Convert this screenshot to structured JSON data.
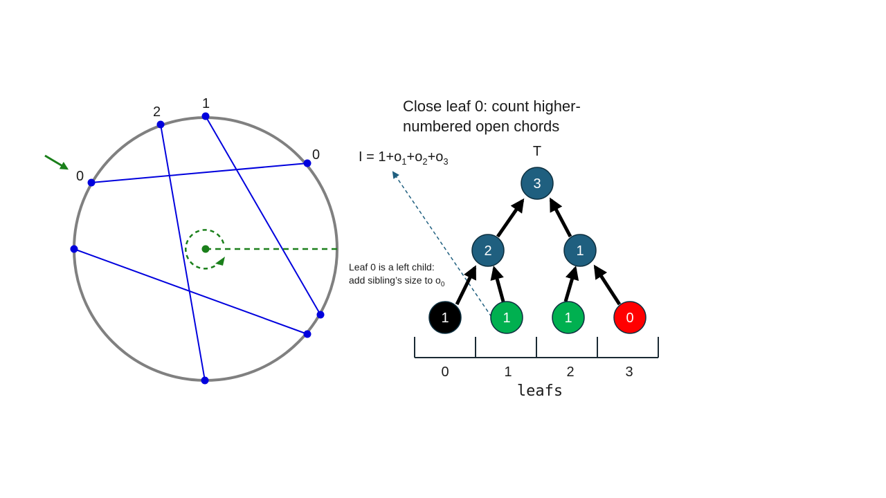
{
  "circle_diagram": {
    "labels": {
      "left_0": "0",
      "right_0": "0",
      "top_1": "1",
      "top_2": "2"
    }
  },
  "tree_diagram": {
    "title_line1": "Close leaf 0: count higher-",
    "title_line2": "numbered open chords",
    "formula": {
      "prefix": "I = 1+o",
      "sub1": "1",
      "plus1": "+o",
      "sub2": "2",
      "plus2": "+o",
      "sub3": "3"
    },
    "tree_name": "T",
    "note_line1": "Leaf 0 is a left child:",
    "note_line2_prefix": "add sibling’s size to o",
    "note_line2_sub": "0",
    "root": {
      "value": "3",
      "color": "#1f5f7f"
    },
    "internal_left": {
      "value": "2",
      "color": "#1f5f7f"
    },
    "internal_right": {
      "value": "1",
      "color": "#1f5f7f"
    },
    "leaves": [
      {
        "value": "1",
        "color": "#000000",
        "index": "0"
      },
      {
        "value": "1",
        "color": "#00b050",
        "index": "1"
      },
      {
        "value": "1",
        "color": "#00b050",
        "index": "2"
      },
      {
        "value": "0",
        "color": "#ff0000",
        "index": "3"
      }
    ],
    "axis_label": "leafs"
  },
  "colors": {
    "chord": "#0000dd",
    "circle": "#808080",
    "pointer": "#1a7f1a",
    "dashed_arrow": "#1f5f7f"
  }
}
